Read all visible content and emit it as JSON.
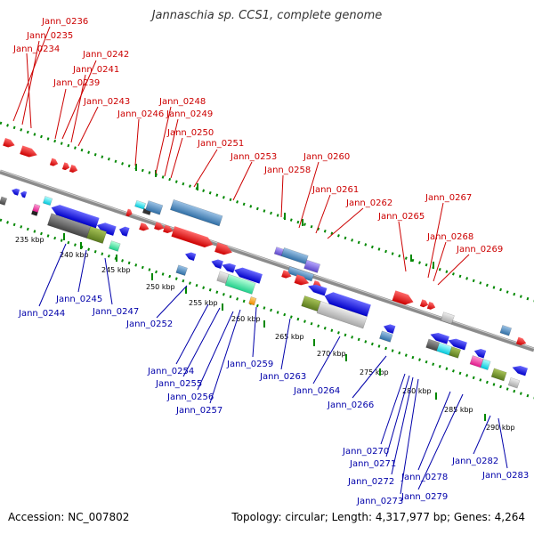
{
  "title": "Jannaschia sp. CCS1, complete genome",
  "accession": "Accession: NC_007802",
  "topology": "Topology: circular; Length: 4,317,977 bp; Genes: 4,264",
  "colors": {
    "forward_label": "#cc0000",
    "reverse_label": "#0000aa",
    "backbone": "#888888",
    "tick_mark": "#008800",
    "boundary_dots": "#008800"
  },
  "scale_ticks": [
    "235 kbp",
    "240 kbp",
    "245 kbp",
    "250 kbp",
    "255 kbp",
    "260 kbp",
    "265 kbp",
    "270 kbp",
    "275 kbp",
    "280 kbp",
    "285 kbp",
    "290 kbp"
  ],
  "forward_labels": [
    "Jann_0236",
    "Jann_0235",
    "Jann_0234",
    "Jann_0242",
    "Jann_0241",
    "Jann_0239",
    "Jann_0243",
    "Jann_0246",
    "Jann_0248",
    "Jann_0249",
    "Jann_0250",
    "Jann_0251",
    "Jann_0253",
    "Jann_0258",
    "Jann_0260",
    "Jann_0261",
    "Jann_0262",
    "Jann_0265",
    "Jann_0267",
    "Jann_0268",
    "Jann_0269"
  ],
  "reverse_labels": [
    "Jann_0244",
    "Jann_0245",
    "Jann_0247",
    "Jann_0252",
    "Jann_0254",
    "Jann_0255",
    "Jann_0256",
    "Jann_0257",
    "Jann_0259",
    "Jann_0263",
    "Jann_0264",
    "Jann_0266",
    "Jann_0270",
    "Jann_0271",
    "Jann_0272",
    "Jann_0273",
    "Jann_0278",
    "Jann_0279",
    "Jann_0282",
    "Jann_0283"
  ]
}
